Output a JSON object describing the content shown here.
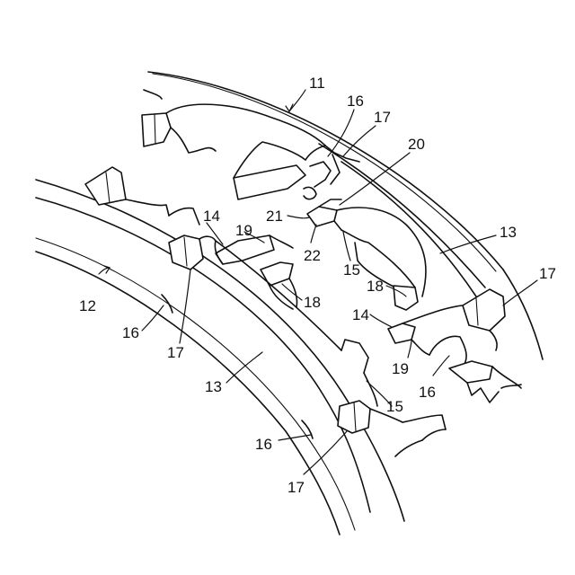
{
  "labels": {
    "n11": "11",
    "n12": "12",
    "n13_a": "13",
    "n13_b": "13",
    "n14_a": "14",
    "n14_b": "14",
    "n15_a": "15",
    "n15_b": "15",
    "n16_a": "16",
    "n16_b": "16",
    "n16_c": "16",
    "n16_d": "16",
    "n17_a": "17",
    "n17_b": "17",
    "n17_c": "17",
    "n17_d": "17",
    "n18_a": "18",
    "n18_b": "18",
    "n19_a": "19",
    "n19_b": "19",
    "n20": "20",
    "n21": "21",
    "n22": "22"
  }
}
